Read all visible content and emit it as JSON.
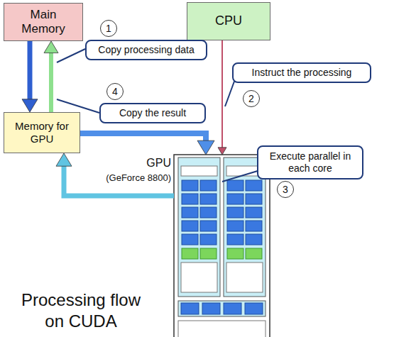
{
  "diagram": {
    "title": "Processing flow on CUDA",
    "nodes": [
      {
        "text": [
          "Main Memory"
        ]
      },
      {
        "text": [
          "CPU"
        ]
      },
      {
        "text": [
          "1"
        ]
      },
      {
        "text": [
          "Copy processing data"
        ]
      },
      {
        "text": [
          "Instruct the processing"
        ]
      },
      {
        "text": [
          "2"
        ]
      },
      {
        "text": [
          "4"
        ]
      },
      {
        "text": [
          "Copy the result"
        ]
      },
      {
        "text": [
          "Memory for GPU"
        ]
      },
      {
        "text": [
          "GPU",
          "(GeForce 8800)"
        ]
      },
      {
        "text": [
          "Execute parallel in each core"
        ]
      },
      {
        "text": [
          "3"
        ]
      }
    ],
    "edges": [
      {
        "from": 0,
        "to": 8,
        "arrow": "to"
      },
      {
        "from": 8,
        "to": 0,
        "arrow": "to"
      },
      {
        "from": 1,
        "to": 9,
        "arrow": "to"
      },
      {
        "from": 8,
        "to": 9,
        "arrow": "to"
      },
      {
        "from": 9,
        "to": 8,
        "arrow": "to"
      }
    ]
  }
}
